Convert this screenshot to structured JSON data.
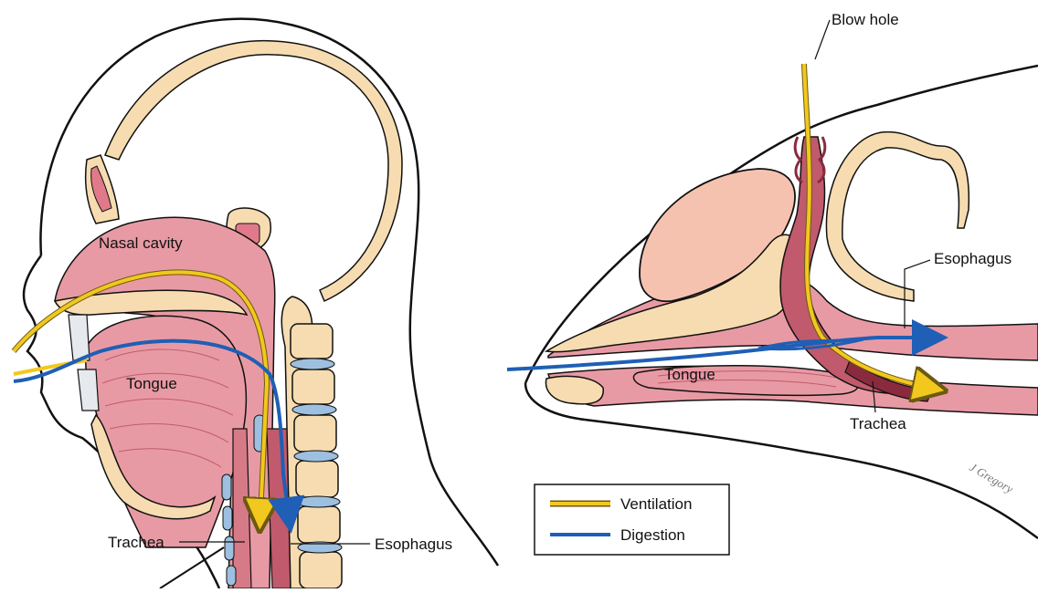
{
  "labels": {
    "human_nasal_cavity": "Nasal cavity",
    "human_tongue": "Tongue",
    "human_trachea": "Trachea",
    "human_esophagus": "Esophagus",
    "dolphin_blow_hole": "Blow hole",
    "dolphin_esophagus": "Esophagus",
    "dolphin_tongue": "Tongue",
    "dolphin_trachea": "Trachea"
  },
  "legend": {
    "items": [
      {
        "label": "Ventilation",
        "color": "#f2c81e",
        "outline": "#6b5a10"
      },
      {
        "label": "Digestion",
        "color": "#1f5fb5",
        "outline": "#1f5fb5"
      }
    ]
  },
  "signature": "J Gregory",
  "colors": {
    "tissue": "#e89aa4",
    "tissue_dark": "#c05a6c",
    "tissue_darker": "#8a2a3e",
    "bone": "#f6dcb0",
    "bone_dot": "#d9b27a",
    "cartilage": "#9ec0e0",
    "ventilation": "#f2c81e",
    "digestion": "#1f5fb5"
  }
}
